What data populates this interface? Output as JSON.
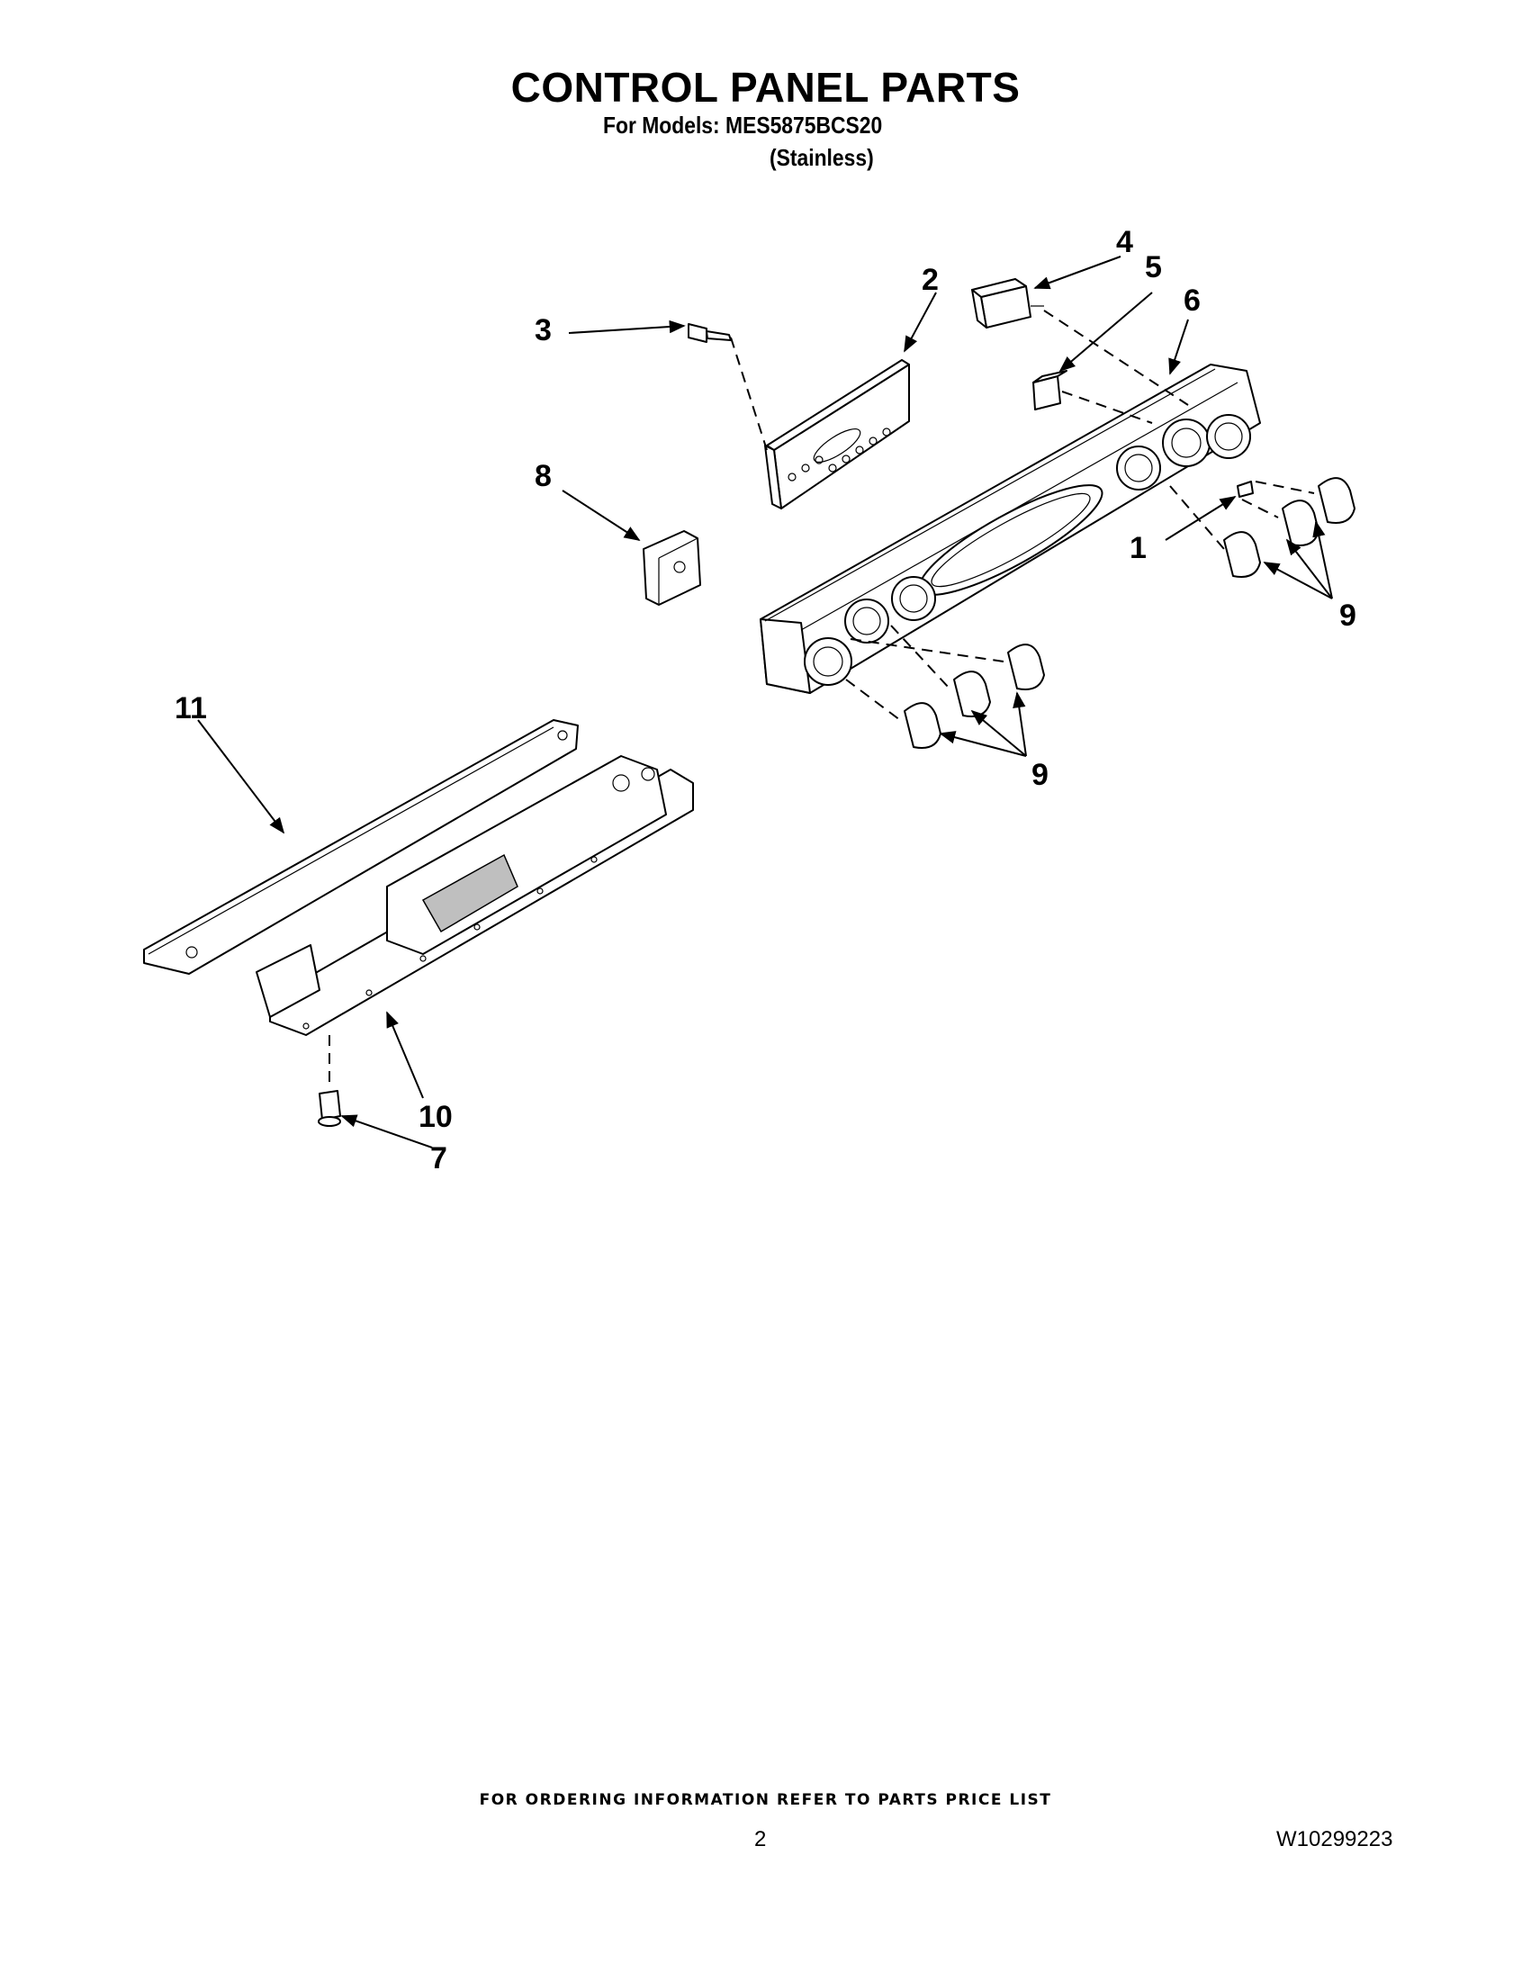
{
  "header": {
    "title": "CONTROL PANEL PARTS",
    "models": "For Models: MES5875BCS20",
    "finish": "(Stainless)"
  },
  "callouts": {
    "c1": "1",
    "c2": "2",
    "c3": "3",
    "c4": "4",
    "c5": "5",
    "c6": "6",
    "c7": "7",
    "c8": "8",
    "c9a": "9",
    "c9b": "9",
    "c10": "10",
    "c11": "11"
  },
  "footer": {
    "note": "FOR ORDERING INFORMATION REFER TO PARTS PRICE LIST",
    "page_number": "2",
    "document_number": "W10299223"
  }
}
